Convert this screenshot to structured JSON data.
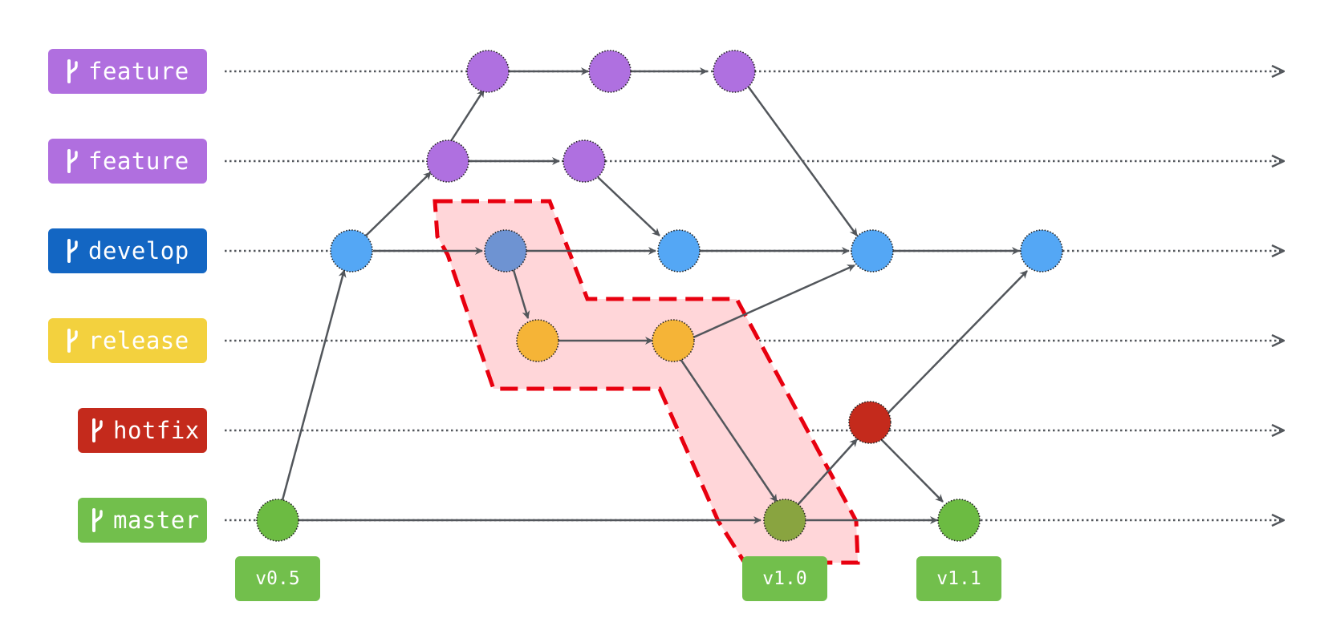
{
  "branches": [
    {
      "id": "feature-1",
      "label": "feature",
      "color": "#b06fdf"
    },
    {
      "id": "feature-2",
      "label": "feature",
      "color": "#b06fdf"
    },
    {
      "id": "develop",
      "label": "develop",
      "color": "#1366c3"
    },
    {
      "id": "release",
      "label": "release",
      "color": "#f3d13e"
    },
    {
      "id": "hotfix",
      "label": "hotfix",
      "color": "#c42a1c"
    },
    {
      "id": "master",
      "label": "master",
      "color": "#72bf4c"
    }
  ],
  "tags": [
    {
      "id": "v0-5",
      "label": "v0.5"
    },
    {
      "id": "v1-0",
      "label": "v1.0"
    },
    {
      "id": "v1-1",
      "label": "v1.1"
    }
  ],
  "colors": {
    "feature_commit": "#af70e0",
    "develop_commit": "#54a7f5",
    "develop_commit_highlighted": "#6e93d2",
    "release_commit": "#f5b437",
    "hotfix_commit": "#c42a1c",
    "master_commit": "#6cbb42",
    "master_commit_highlighted": "#89a440",
    "highlight_fill": "#ffd6d9",
    "highlight_border": "#e8000f",
    "arrow": "#52565b"
  },
  "icons": {
    "branch": "git-branch-icon"
  }
}
